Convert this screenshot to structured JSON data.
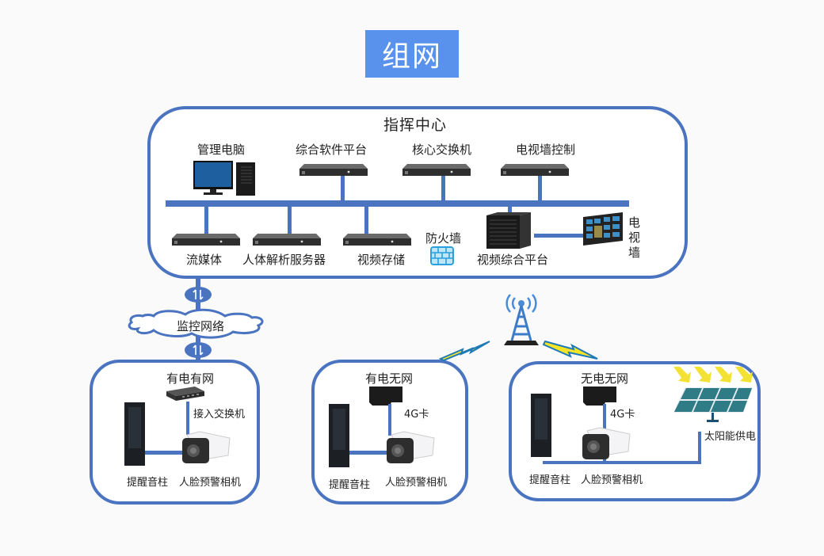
{
  "title": "组网",
  "command_center": {
    "title": "指挥中心",
    "top_devices": [
      {
        "label": "管理电脑",
        "icon": "desktop-computer-icon"
      },
      {
        "label": "综合软件平台",
        "icon": "rack-server-icon"
      },
      {
        "label": "核心交换机",
        "icon": "rack-server-icon"
      },
      {
        "label": "电视墙控制",
        "icon": "rack-server-icon"
      }
    ],
    "bottom_devices": [
      {
        "label": "流媒体",
        "icon": "rack-server-icon"
      },
      {
        "label": "人体解析服务器",
        "icon": "rack-server-icon"
      },
      {
        "label": "视频存储",
        "icon": "rack-server-icon"
      },
      {
        "label": "防火墙",
        "icon": "firewall-icon"
      },
      {
        "label": "视频综合平台",
        "icon": "cabinet-icon"
      },
      {
        "label": "电视墙",
        "icon": "video-wall-icon"
      }
    ]
  },
  "network": {
    "cloud_label": "监控网络"
  },
  "sites": [
    {
      "title": "有电有网",
      "uplink_device": "接入交换机",
      "speaker": "提醒音柱",
      "camera": "人脸预警相机"
    },
    {
      "title": "有电无网",
      "uplink_device": "4G卡",
      "speaker": "提醒音柱",
      "camera": "人脸预警相机"
    },
    {
      "title": "无电无网",
      "uplink_device": "4G卡",
      "speaker": "提醒音柱",
      "camera": "人脸预警相机",
      "power": "太阳能供电"
    }
  ],
  "colors": {
    "accent": "#5892ec",
    "line": "#4a74c0",
    "background": "#fbfafb"
  }
}
